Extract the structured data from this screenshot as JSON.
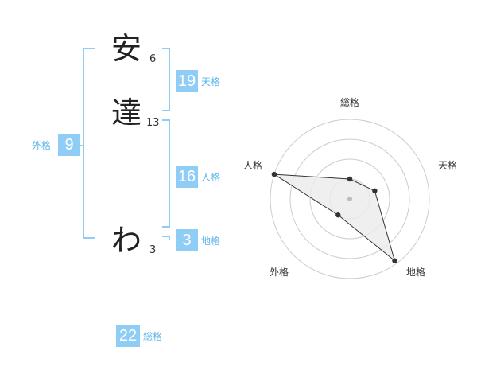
{
  "name": {
    "chars": [
      {
        "char": "安",
        "strokes": "6"
      },
      {
        "char": "達",
        "strokes": "13"
      },
      {
        "char": "わ",
        "strokes": "3"
      }
    ]
  },
  "fortune": {
    "tenkaku": {
      "value": "19",
      "label": "天格"
    },
    "jinkaku": {
      "value": "16",
      "label": "人格"
    },
    "chikaku": {
      "value": "3",
      "label": "地格"
    },
    "gaikaku": {
      "value": "9",
      "label": "外格"
    },
    "soukaku": {
      "value": "22",
      "label": "総格"
    }
  },
  "radar": {
    "axes": [
      "総格",
      "天格",
      "地格",
      "外格",
      "人格"
    ],
    "levels": 4,
    "values": [
      0.25,
      0.33,
      0.96,
      0.25,
      1.0
    ],
    "colors": {
      "grid": "#cccccc",
      "fill": "#ebebeb",
      "stroke": "#333333",
      "point": "#333333",
      "center": "#bbbbbb"
    }
  },
  "colors": {
    "accent": "#8fcdf7",
    "accent_text": "#5db5ea"
  }
}
